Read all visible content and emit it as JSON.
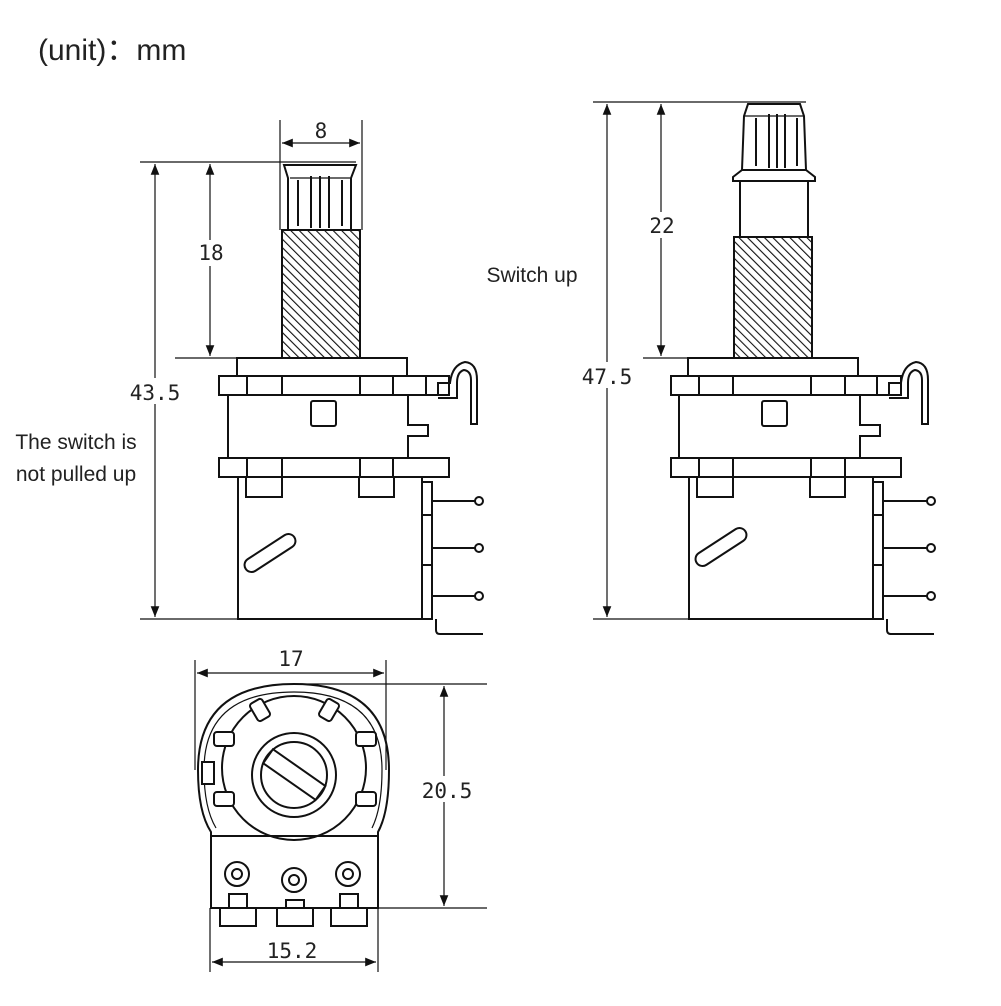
{
  "unit_label": "(unit)：mm",
  "left_view": {
    "width_dim": "8",
    "shaft_dim": "18",
    "total_dim": "43.5",
    "caption_line1": "The switch is",
    "caption_line2": "not pulled up"
  },
  "right_view": {
    "shaft_dim": "22",
    "total_dim": "47.5",
    "caption": "Switch up"
  },
  "bottom_view": {
    "width_dim": "17",
    "height_dim": "20.5",
    "pin_dim": "15.2"
  },
  "colors": {
    "line": "#111111",
    "text": "#222222",
    "background": "#ffffff"
  }
}
